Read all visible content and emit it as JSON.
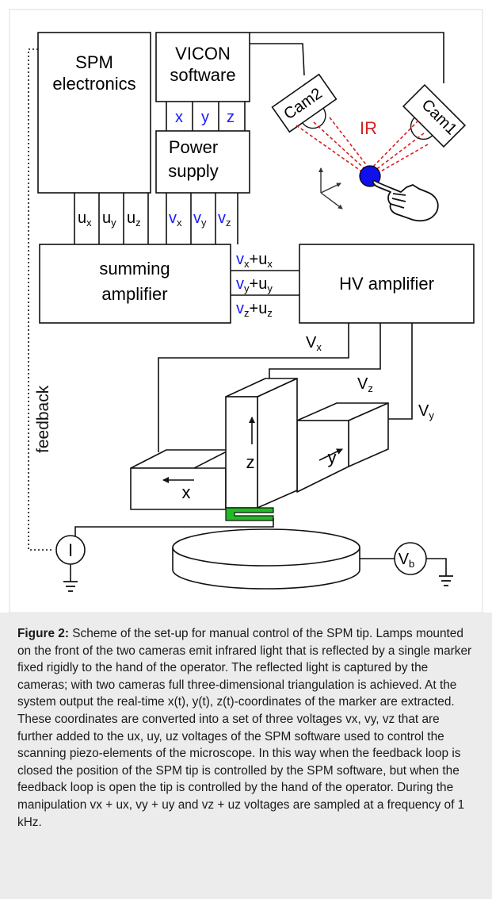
{
  "boxes": {
    "spm": [
      "SPM",
      "electronics"
    ],
    "vicon": [
      "VICON",
      "software"
    ],
    "power": [
      "Power",
      "supply"
    ],
    "summing": [
      "summing",
      "amplifier"
    ],
    "hv": "HV amplifier"
  },
  "xyz": [
    "x",
    "y",
    "z"
  ],
  "spm_outputs": [
    {
      "base": "u",
      "sub": "x"
    },
    {
      "base": "u",
      "sub": "y"
    },
    {
      "base": "u",
      "sub": "z"
    }
  ],
  "power_outputs": [
    {
      "base": "v",
      "sub": "x"
    },
    {
      "base": "v",
      "sub": "y"
    },
    {
      "base": "v",
      "sub": "z"
    }
  ],
  "sums": [
    {
      "v": "v",
      "vsub": "x",
      "plus": "+",
      "u": "u",
      "usub": "x"
    },
    {
      "v": "v",
      "vsub": "y",
      "plus": "+",
      "u": "u",
      "usub": "y"
    },
    {
      "v": "v",
      "vsub": "z",
      "plus": "+",
      "u": "u",
      "usub": "z"
    }
  ],
  "hv_outputs": [
    {
      "base": "V",
      "sub": "x"
    },
    {
      "base": "V",
      "sub": "z"
    },
    {
      "base": "V",
      "sub": "y"
    }
  ],
  "cameras": [
    "Cam2",
    "Cam1"
  ],
  "ir_label": "IR",
  "feedback_label": "feedback",
  "piezo_labels": {
    "x": "x",
    "y": "y",
    "z": "z"
  },
  "current_meter": "I",
  "bias_voltage": {
    "base": "V",
    "sub": "b"
  },
  "colors": {
    "blue": "#1a1aff",
    "red": "#d42020",
    "green": "#22bb22",
    "marker": "#1010ee",
    "caption_bg": "#ececec"
  },
  "caption": {
    "label": "Figure 2:",
    "text": "Scheme of the set-up for manual control of the SPM tip. Lamps mounted on the front of the two cameras emit infrared light that is reflected by a single marker fixed rigidly to the hand of the operator. The reflected light is captured by the cameras; with two cameras full three-dimensional triangulation is achieved. At the system output the real-time x(t), y(t), z(t)-coordinates of the marker are extracted. These coordinates are converted into a set of three voltages vx, vy, vz that are further added to the ux, uy, uz voltages of the SPM software used to control the scanning piezo-elements of the microscope. In this way when the feedback loop is closed the position of the SPM tip is controlled by the SPM software, but when the feedback loop is open the tip is controlled by the hand of the operator. During the manipulation vx + ux, vy + uy and vz + uz voltages are sampled at a frequency of 1 kHz."
  }
}
